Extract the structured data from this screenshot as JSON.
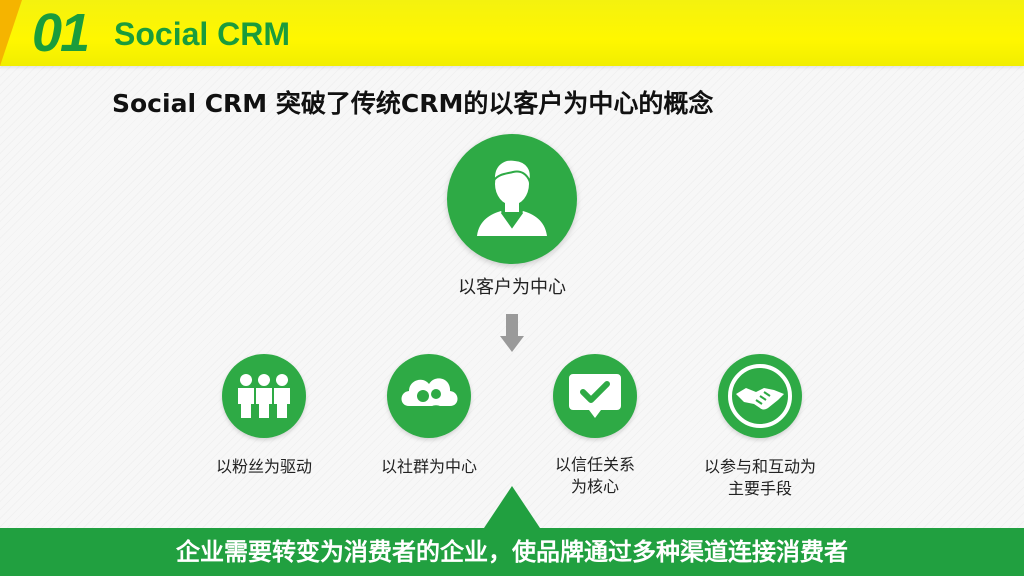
{
  "header": {
    "number": "01",
    "title": "Social CRM"
  },
  "headline": "Social CRM 突破了传统CRM的以客户为中心的概念",
  "center": {
    "label": "以客户为中心",
    "icon": "customer-avatar-icon"
  },
  "features": [
    {
      "label_line1": "以粉丝为驱动",
      "label_line2": "",
      "icon": "fans-group-icon"
    },
    {
      "label_line1": "以社群为中心",
      "label_line2": "",
      "icon": "community-cloud-icon"
    },
    {
      "label_line1": "以信任关系",
      "label_line2": "为核心",
      "icon": "trust-check-icon"
    },
    {
      "label_line1": "以参与和互动为",
      "label_line2": "主要手段",
      "icon": "handshake-icon"
    }
  ],
  "footer": {
    "text": "企业需要转变为消费者的企业，使品牌通过多种渠道连接消费者"
  },
  "colors": {
    "green": "#2eaa45",
    "yellow": "#fff700",
    "accent": "#f5b400"
  }
}
